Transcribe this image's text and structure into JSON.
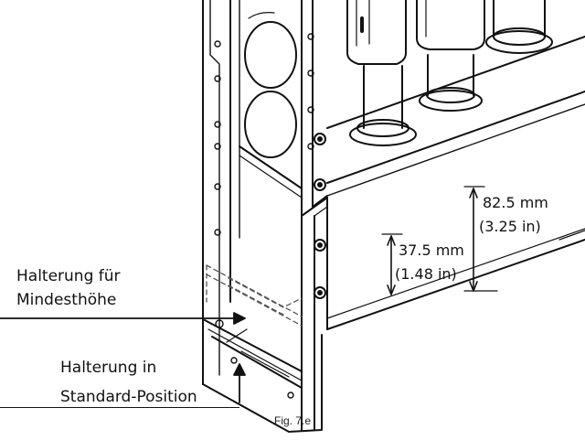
{
  "callouts": {
    "min_height_bracket": {
      "line1": "Halterung für",
      "line2": "Mindesthöhe"
    },
    "standard_bracket": {
      "line1": "Halterung in",
      "line2": "Standard-Position"
    }
  },
  "dimensions": {
    "total_height": {
      "metric": "82.5 mm",
      "imperial": "(3.25 in)"
    },
    "min_height": {
      "metric": "37.5 mm",
      "imperial": "(1.48 in)"
    }
  },
  "figure_caption": "Fig. 7.e"
}
